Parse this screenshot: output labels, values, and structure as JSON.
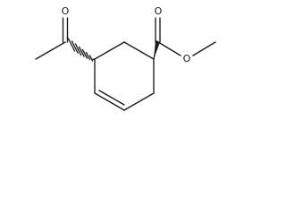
{
  "molecule": {
    "atom_labels": {
      "acetyl_oxygen": "O",
      "carbonyl_oxygen": "O",
      "ester_oxygen": "O"
    },
    "colors": {
      "bond": "#1a1a1a",
      "background": "#ffffff"
    }
  }
}
